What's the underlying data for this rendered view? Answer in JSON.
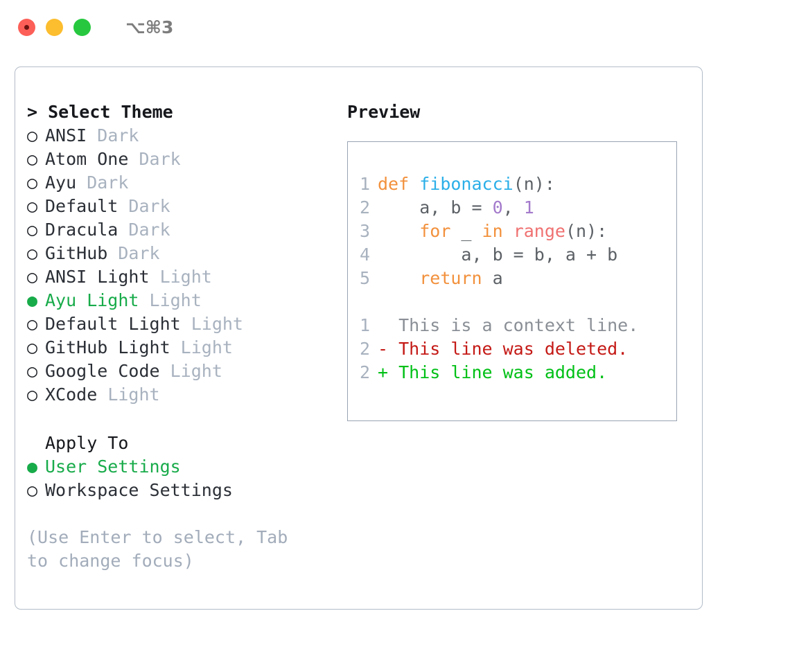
{
  "titlebar": {
    "shortcut": "⌥⌘3",
    "buttons": [
      {
        "name": "close",
        "color": "#fc5f57"
      },
      {
        "name": "minimize",
        "color": "#fcbd2e"
      },
      {
        "name": "zoom",
        "color": "#27c83f"
      }
    ]
  },
  "theme_picker": {
    "heading": "Select Theme",
    "caret": "> ",
    "bullet_selected": "●",
    "bullet_unselected": "○",
    "accent_color": "#18ab4a",
    "items": [
      {
        "name": "ANSI",
        "variant": "Dark",
        "selected": false
      },
      {
        "name": "Atom One",
        "variant": "Dark",
        "selected": false
      },
      {
        "name": "Ayu",
        "variant": "Dark",
        "selected": false
      },
      {
        "name": "Default",
        "variant": "Dark",
        "selected": false
      },
      {
        "name": "Dracula",
        "variant": "Dark",
        "selected": false
      },
      {
        "name": "GitHub",
        "variant": "Dark",
        "selected": false
      },
      {
        "name": "ANSI Light",
        "variant": "Light",
        "selected": false
      },
      {
        "name": "Ayu Light",
        "variant": "Light",
        "selected": true
      },
      {
        "name": "Default Light",
        "variant": "Light",
        "selected": false
      },
      {
        "name": "GitHub Light",
        "variant": "Light",
        "selected": false
      },
      {
        "name": "Google Code",
        "variant": "Light",
        "selected": false
      },
      {
        "name": "XCode",
        "variant": "Light",
        "selected": false
      }
    ]
  },
  "apply_to": {
    "heading": "Apply To",
    "items": [
      {
        "name": "User Settings",
        "selected": true
      },
      {
        "name": "Workspace Settings",
        "selected": false
      }
    ]
  },
  "hint": "(Use Enter to select, Tab to change focus)",
  "preview": {
    "heading": "Preview",
    "code_lines": [
      {
        "no": "1",
        "tokens": [
          {
            "t": "def",
            "c": "kw"
          },
          {
            "t": " ",
            "c": "pl"
          },
          {
            "t": "fibonacci",
            "c": "fn"
          },
          {
            "t": "(n):",
            "c": "pl"
          }
        ]
      },
      {
        "no": "2",
        "tokens": [
          {
            "t": "    a, b = ",
            "c": "pl"
          },
          {
            "t": "0",
            "c": "num"
          },
          {
            "t": ", ",
            "c": "pl"
          },
          {
            "t": "1",
            "c": "num"
          }
        ]
      },
      {
        "no": "3",
        "tokens": [
          {
            "t": "    ",
            "c": "pl"
          },
          {
            "t": "for",
            "c": "kw"
          },
          {
            "t": " _ ",
            "c": "pl"
          },
          {
            "t": "in",
            "c": "kw"
          },
          {
            "t": " ",
            "c": "pl"
          },
          {
            "t": "range",
            "c": "bi"
          },
          {
            "t": "(n):",
            "c": "pl"
          }
        ]
      },
      {
        "no": "4",
        "tokens": [
          {
            "t": "        a, b = b, a + b",
            "c": "pl"
          }
        ]
      },
      {
        "no": "5",
        "tokens": [
          {
            "t": "    ",
            "c": "pl"
          },
          {
            "t": "return",
            "c": "kw"
          },
          {
            "t": " a",
            "c": "pl"
          }
        ]
      }
    ],
    "diff_lines": [
      {
        "no": "1",
        "marker": "  ",
        "text": "This is a context line.",
        "c": "ctx"
      },
      {
        "no": "2",
        "marker": "- ",
        "text": "This line was deleted.",
        "c": "del"
      },
      {
        "no": "2",
        "marker": "+ ",
        "text": "This line was added.",
        "c": "add"
      }
    ]
  }
}
